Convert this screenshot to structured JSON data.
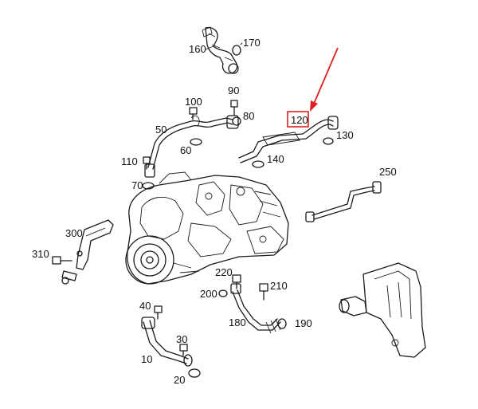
{
  "callouts": [
    {
      "id": "c160",
      "text": "160"
    },
    {
      "id": "c170",
      "text": "170"
    },
    {
      "id": "c90",
      "text": "90"
    },
    {
      "id": "c100",
      "text": "100"
    },
    {
      "id": "c80",
      "text": "80"
    },
    {
      "id": "c50",
      "text": "50"
    },
    {
      "id": "c60",
      "text": "60"
    },
    {
      "id": "c110",
      "text": "110"
    },
    {
      "id": "c70",
      "text": "70"
    },
    {
      "id": "c120",
      "text": "120"
    },
    {
      "id": "c130",
      "text": "130"
    },
    {
      "id": "c140",
      "text": "140"
    },
    {
      "id": "c250",
      "text": "250"
    },
    {
      "id": "c300",
      "text": "300"
    },
    {
      "id": "c310",
      "text": "310"
    },
    {
      "id": "c220",
      "text": "220"
    },
    {
      "id": "c210",
      "text": "210"
    },
    {
      "id": "c200",
      "text": "200"
    },
    {
      "id": "c180",
      "text": "180"
    },
    {
      "id": "c190",
      "text": "190"
    },
    {
      "id": "c40",
      "text": "40"
    },
    {
      "id": "c30",
      "text": "30"
    },
    {
      "id": "c10",
      "text": "10"
    },
    {
      "id": "c20",
      "text": "20"
    }
  ],
  "highlight": {
    "callout": "120",
    "color": "#e02020"
  }
}
